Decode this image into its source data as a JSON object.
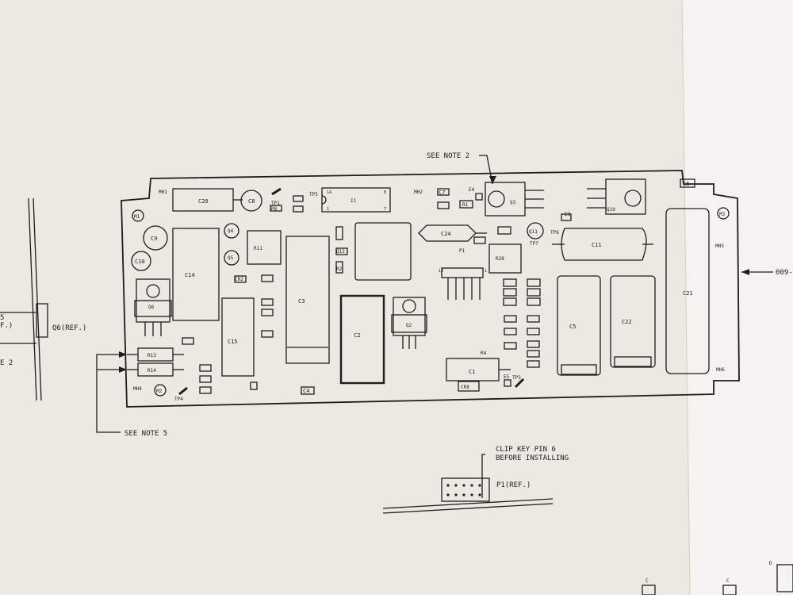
{
  "colors": {
    "paper": "#ece9e3",
    "paper_right": "#f4f3f0",
    "ink": "#1d1d1d"
  },
  "notes": {
    "see_note_2": "SEE NOTE 2",
    "see_note_5": "SEE NOTE 5",
    "clip_key_line1": "CLIP KEY PIN 6",
    "clip_key_line2": "BEFORE INSTALLING",
    "p1_ref": "P1(REF.)",
    "q6_ref": "Q6(REF.)",
    "left_fragment_1": "5",
    "left_fragment_2": "F.)",
    "left_fragment_3": "E 2",
    "right_callout": "009-"
  },
  "mounting": {
    "mh1": "MH1",
    "mh2": "MH2",
    "mh3": "MH3",
    "mh4": "MH4",
    "mh6": "MH6"
  },
  "holes": {
    "m1": "M1",
    "m2": "M2",
    "m3": "M3"
  },
  "test_points": {
    "tp1": "TP1",
    "tp3": "TP3",
    "tp4": "TP4",
    "tp5": "TP5",
    "tp6": "TP6",
    "tp7": "TP7"
  },
  "capacitors": {
    "c1": "C1",
    "c2": "C2",
    "c3": "C3",
    "c4": "C4",
    "c5": "C5",
    "c6": "C6",
    "c7": "C7",
    "c8": "C8",
    "c9": "C9",
    "c10": "C10",
    "c11": "C11",
    "c14": "C14",
    "c15": "C15",
    "c20": "C20",
    "c21": "C21",
    "c22": "C22",
    "c24": "C24"
  },
  "transistors": {
    "q2": "Q2",
    "q3": "Q3",
    "q4": "Q4",
    "q5": "Q5",
    "q6": "Q6",
    "q10": "Q10",
    "q11": "Q11",
    "q12": "Q12"
  },
  "resistors": {
    "r1": "R1",
    "r2": "R2",
    "r4": "R4",
    "r8": "R8",
    "r11": "R11",
    "r13": "R13",
    "r14": "R14",
    "r28": "R28"
  },
  "misc": {
    "i1": "I1",
    "p1": "P1",
    "e3": "E3",
    "e4": "E4",
    "e5": "E5",
    "cr8": "CR8",
    "cr2": "CR2",
    "i1_pin14": "14",
    "i1_pin8": "8",
    "i1_pin1": "1",
    "i1_pin7": "7",
    "p1_pin10": "10",
    "p1_pin1": "1"
  },
  "bottom_parts": {
    "left": "C",
    "mid": "C",
    "right": "D"
  }
}
